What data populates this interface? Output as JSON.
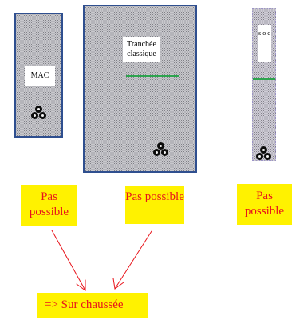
{
  "trenches": {
    "mac": {
      "label": "MAC"
    },
    "classique": {
      "label": "Tranchée classique"
    },
    "soc": {
      "label": "s o c"
    }
  },
  "notes": {
    "left": "Pas possible",
    "middle": "Pas possible",
    "right": "Pas possible",
    "conclusion": "=> Sur chaussée"
  },
  "colors": {
    "trench_border": "#2f4f8f",
    "level_line": "#2ea44f",
    "note_background": "#fff200",
    "note_text": "#e8141b",
    "arrow": "#e8141b"
  }
}
